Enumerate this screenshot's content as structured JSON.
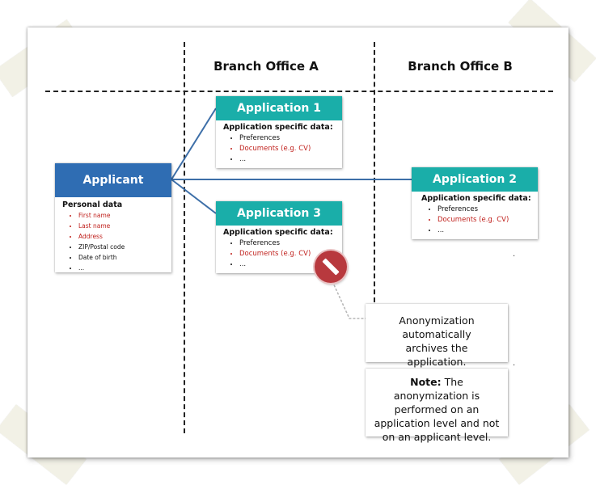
{
  "columns": {
    "branch_a": "Branch Office A",
    "branch_b": "Branch Office B"
  },
  "applicant": {
    "title": "Applicant",
    "caption": "Personal data",
    "items": [
      {
        "text": "First name",
        "red": true
      },
      {
        "text": "Last name",
        "red": true
      },
      {
        "text": "Address",
        "red": true
      },
      {
        "text": "ZIP/Postal code",
        "red": false
      },
      {
        "text": "Date of birth",
        "red": false
      },
      {
        "text": "...",
        "red": false
      }
    ]
  },
  "application1": {
    "title": "Application 1",
    "caption": "Application specific data:",
    "items": [
      {
        "text": "Preferences",
        "red": false
      },
      {
        "text": "Documents (e.g. CV)",
        "red": true
      },
      {
        "text": "...",
        "red": false
      }
    ]
  },
  "application2": {
    "title": "Application 2",
    "caption": "Application specific data:",
    "items": [
      {
        "text": "Preferences",
        "red": false
      },
      {
        "text": "Documents (e.g. CV)",
        "red": true
      },
      {
        "text": "...",
        "red": false
      }
    ]
  },
  "application3": {
    "title": "Application 3",
    "caption": "Application specific data:",
    "items": [
      {
        "text": "Preferences",
        "red": false
      },
      {
        "text": "Documents (e.g. CV)",
        "red": true
      },
      {
        "text": "...",
        "red": false
      }
    ]
  },
  "callout": {
    "text": "Anonymization automatically archives the application."
  },
  "note": {
    "label": "Note:",
    "text": " The anonymization is performed on an application level and not on an applicant level."
  },
  "colors": {
    "teal": "#1aaea9",
    "blue": "#2f6db3",
    "connector": "#3d6fa8",
    "red_text": "#c0201c",
    "no_entry": "#b8393e"
  },
  "icons": {
    "anonymization_marker": "no-entry-icon"
  }
}
